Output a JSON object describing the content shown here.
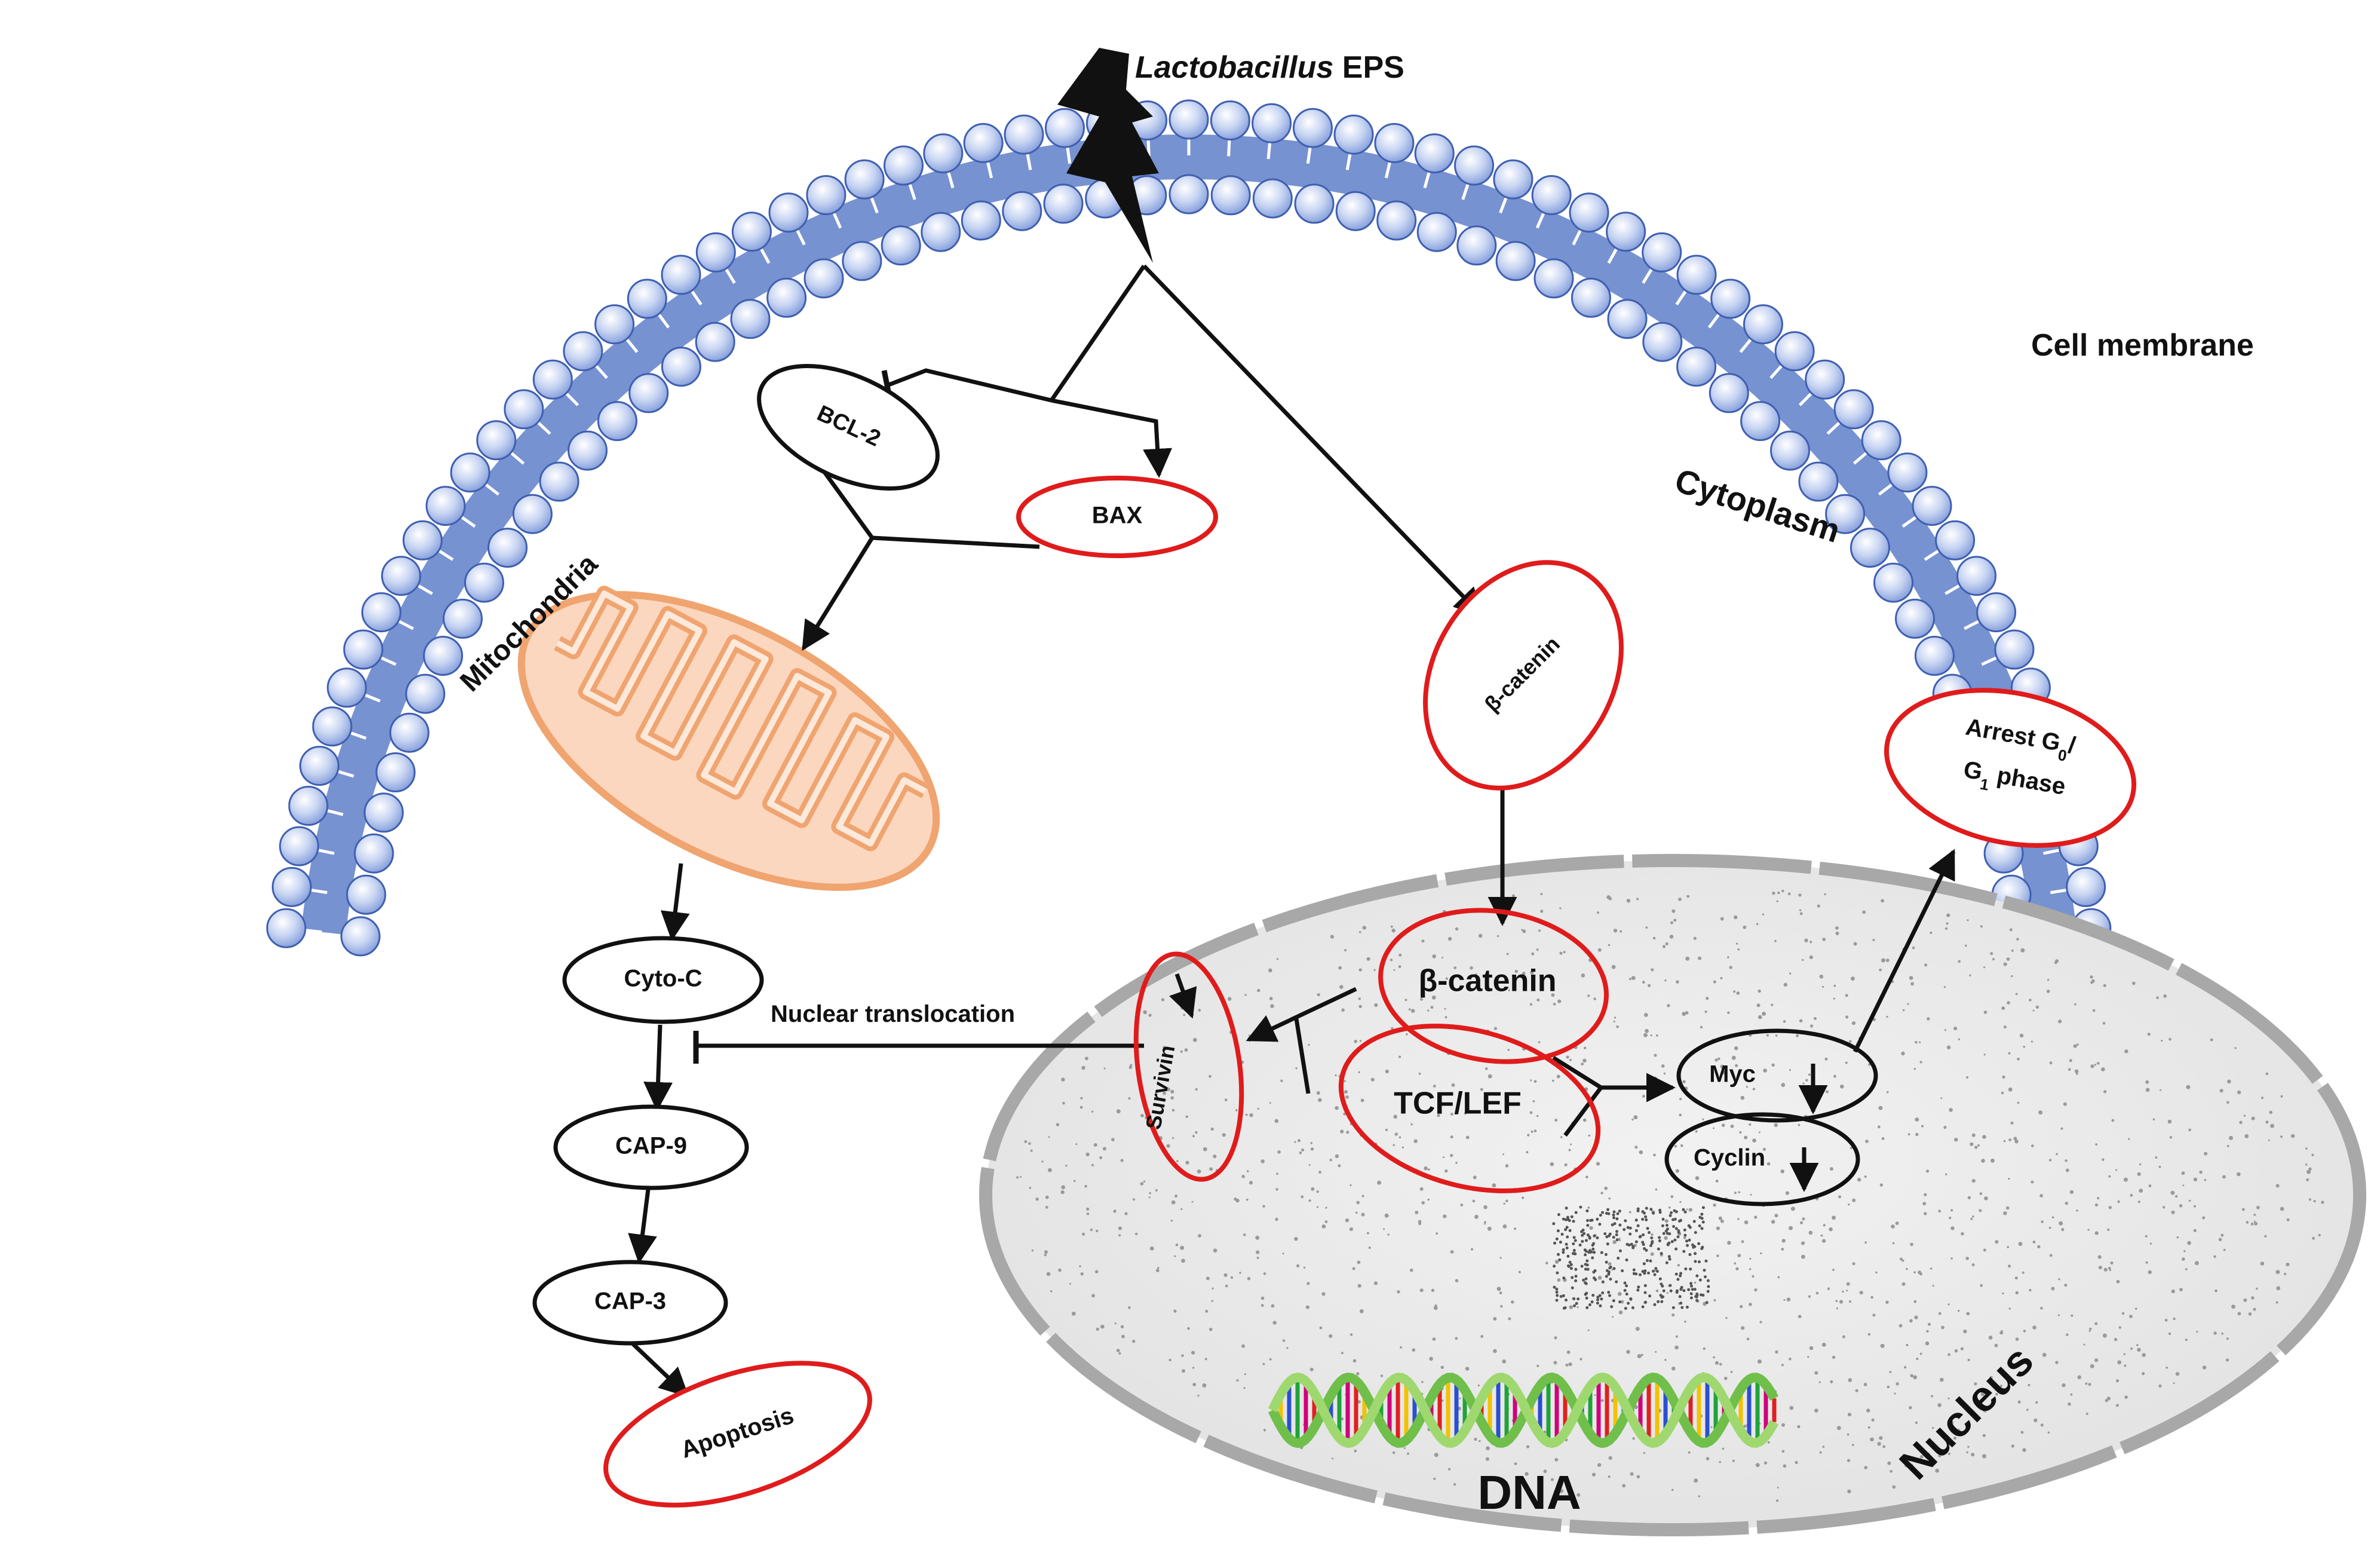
{
  "labels": {
    "stimulus_italic": "Lactobacillus",
    "stimulus_rest": " EPS",
    "cell_membrane": "Cell membrane",
    "cytoplasm": "Cytoplasm",
    "mitochondria": "Mitochondria",
    "nucleus": "Nucleus",
    "dna": "DNA",
    "nuclear_translocation": "Nuclear translocation"
  },
  "nodes": {
    "bcl2": "BCL-2",
    "bax": "BAX",
    "cytoc": "Cyto-C",
    "cap9": "CAP-9",
    "cap3": "CAP-3",
    "apoptosis": "Apoptosis",
    "beta_catenin_cyto": "β-catenin",
    "beta_catenin_nuc": "β-catenin",
    "tcf_lef": "TCF/LEF",
    "survivin": "Survivin",
    "myc": "Myc",
    "cyclin": "Cyclin",
    "arrest_line1_pre": "Arrest G",
    "arrest_line1_sub": "0",
    "arrest_line1_post": "/",
    "arrest_line2_pre": "G",
    "arrest_line2_sub": "1",
    "arrest_line2_post": " phase"
  },
  "colors": {
    "membrane_head": "#9db4e8",
    "membrane_head_stroke": "#3f5fb0",
    "membrane_tail": "#5f7fc9",
    "mito_fill": "#fbd7bf",
    "mito_stroke": "#f0a46f",
    "nucleus_fill": "#eeeeee",
    "nucleus_stroke": "#a8a8a8",
    "highlight_red": "#e01b1b",
    "outline_black": "#111111"
  }
}
